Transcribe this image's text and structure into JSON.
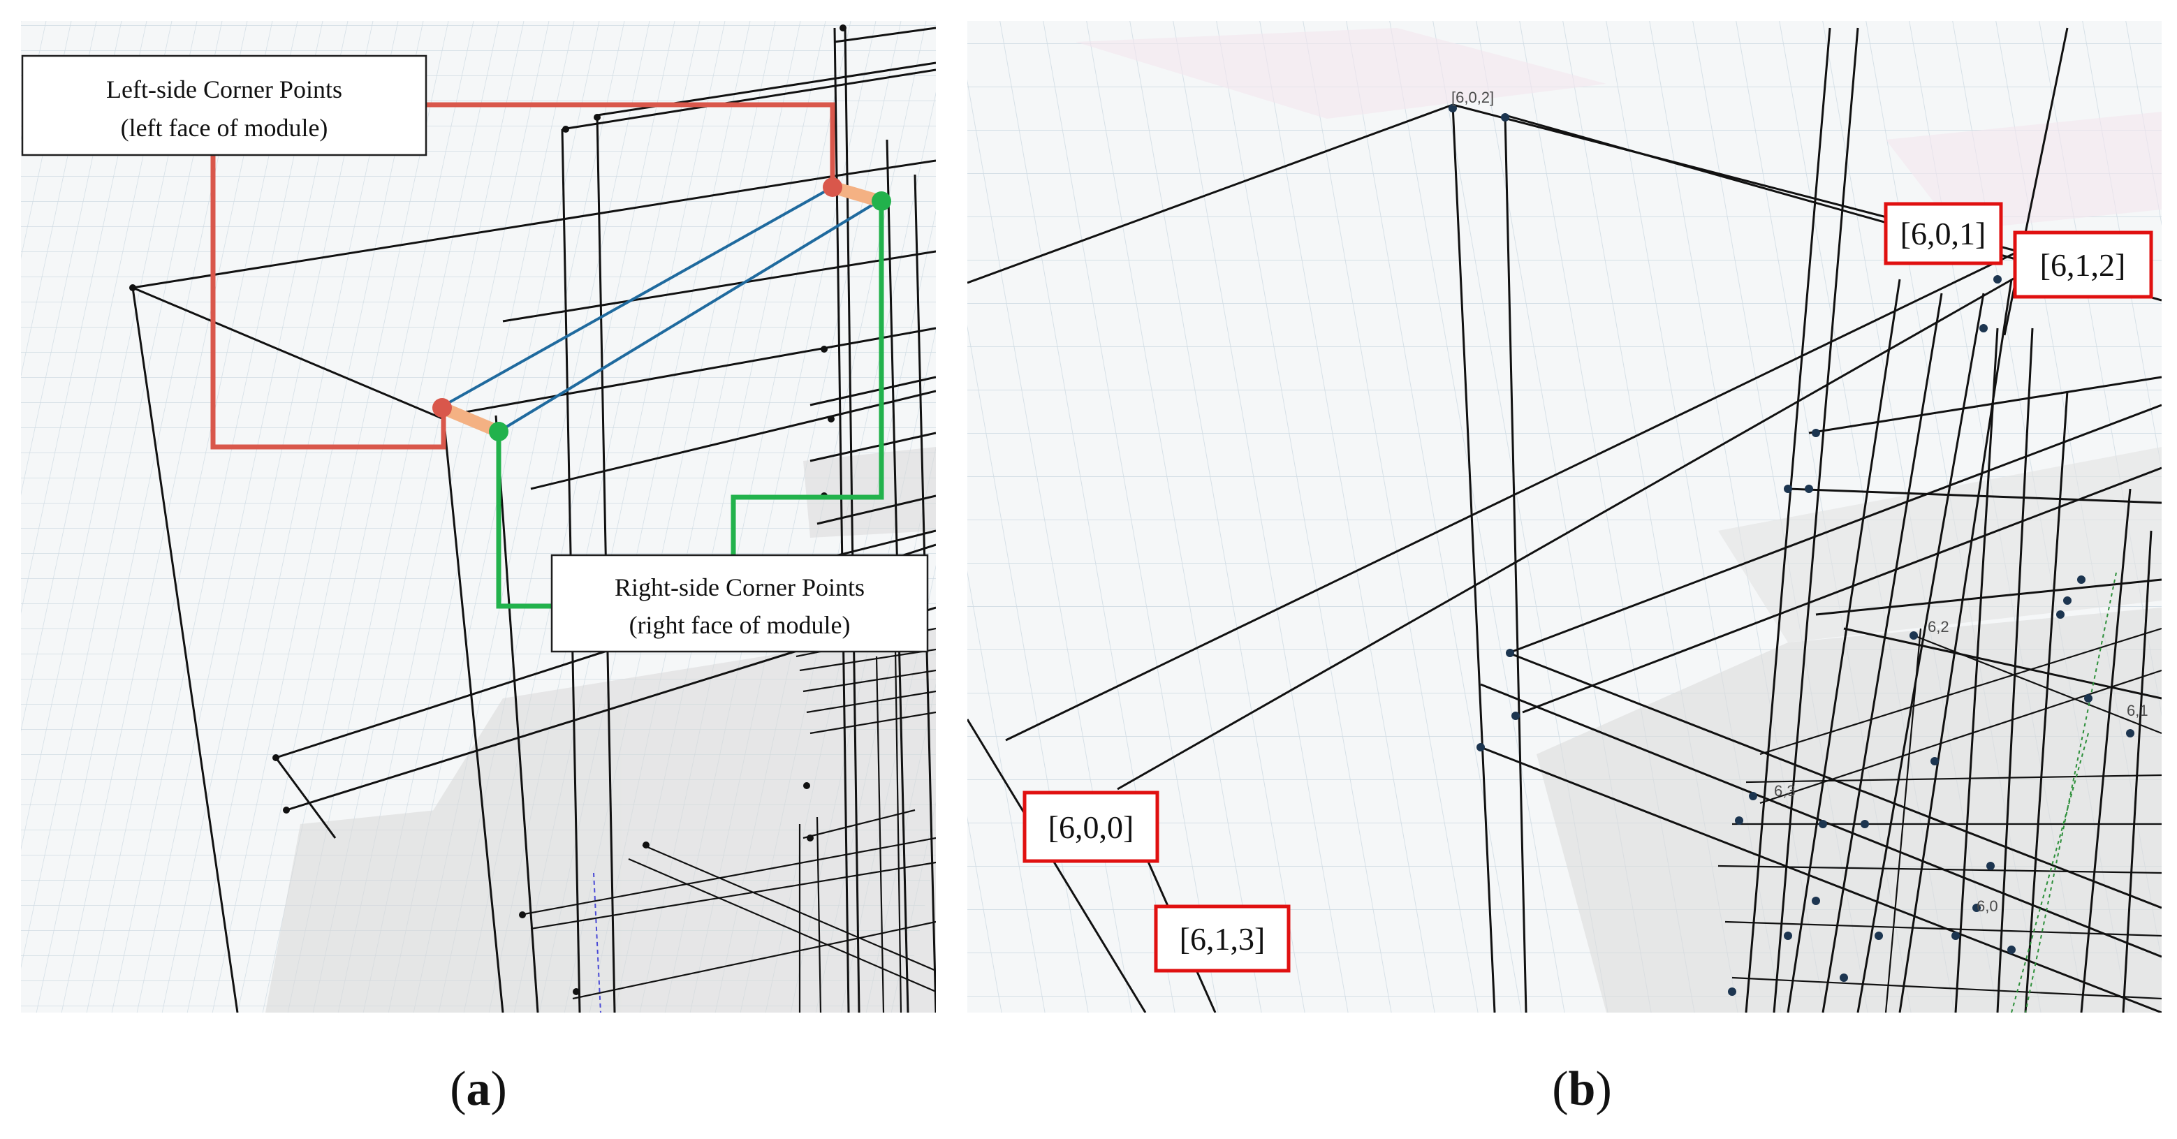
{
  "panel_a": {
    "caption_letter": "a",
    "left_callout": {
      "line1": "Left-side Corner Points",
      "line2": "(left face of module)"
    },
    "right_callout": {
      "line1": "Right-side Corner Points",
      "line2": "(right face of module)"
    },
    "colors": {
      "left_points": "#d9574b",
      "right_points": "#22b24c",
      "connector": "#1f6a9e",
      "offset": "#f4b183"
    }
  },
  "panel_b": {
    "caption_letter": "b",
    "tags": [
      "[6,0,1]",
      "[6,1,2]",
      "[6,0,0]",
      "[6,1,3]"
    ],
    "faint_labels": [
      "[6,0,2]",
      "6,2",
      "6,3",
      "6,1",
      "6,0"
    ],
    "tag_color": "#e01010"
  }
}
